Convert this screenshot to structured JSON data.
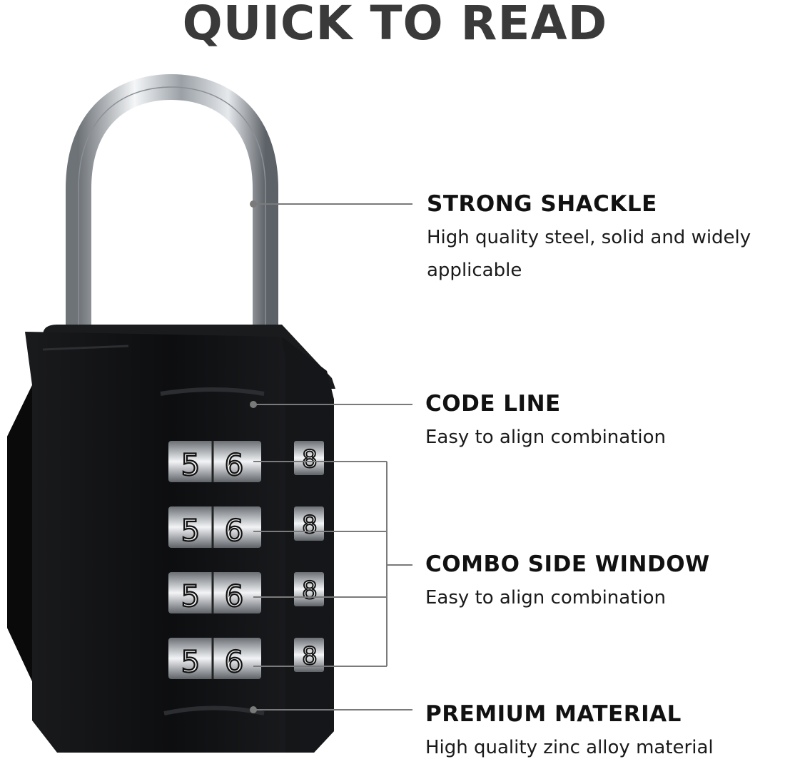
{
  "title": "QUICK TO READ",
  "features": [
    {
      "heading": "STRONG SHACKLE",
      "desc_lines": [
        "High quality steel, solid and widely",
        "applicable"
      ]
    },
    {
      "heading": "CODE LINE",
      "desc_lines": [
        "Easy to align combination"
      ]
    },
    {
      "heading": "COMBO SIDE WINDOW",
      "desc_lines": [
        "Easy to align combination"
      ]
    },
    {
      "heading": "PREMIUM MATERIAL",
      "desc_lines": [
        "High quality zinc alloy material"
      ]
    }
  ],
  "dial_digits": {
    "front_left": "5",
    "front_right": "6",
    "side": "8"
  },
  "colors": {
    "lock_body": "#111111",
    "shackle": "#c9cdd1",
    "callout_line": "#7a7a7a",
    "text": "#111111"
  }
}
